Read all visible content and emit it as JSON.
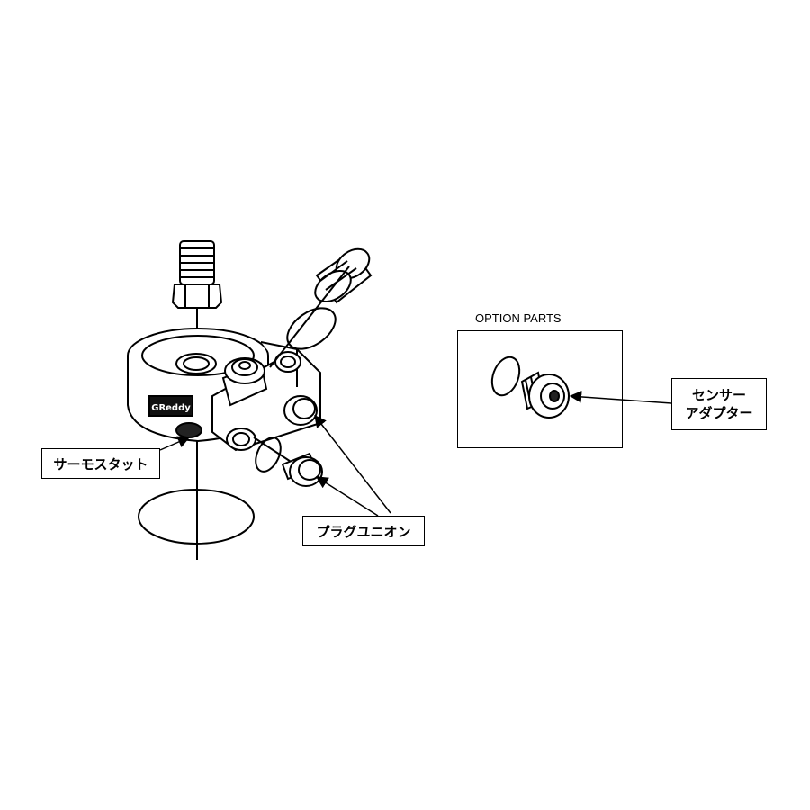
{
  "labels": {
    "thermostat": "サーモスタット",
    "plug_union": "プラグユニオン",
    "sensor_adapter_line1": "センサー",
    "sensor_adapter_line2": "アダプター"
  },
  "option_parts": {
    "title": "OPTION PARTS"
  },
  "colors": {
    "line": "#000000",
    "background": "#ffffff"
  }
}
